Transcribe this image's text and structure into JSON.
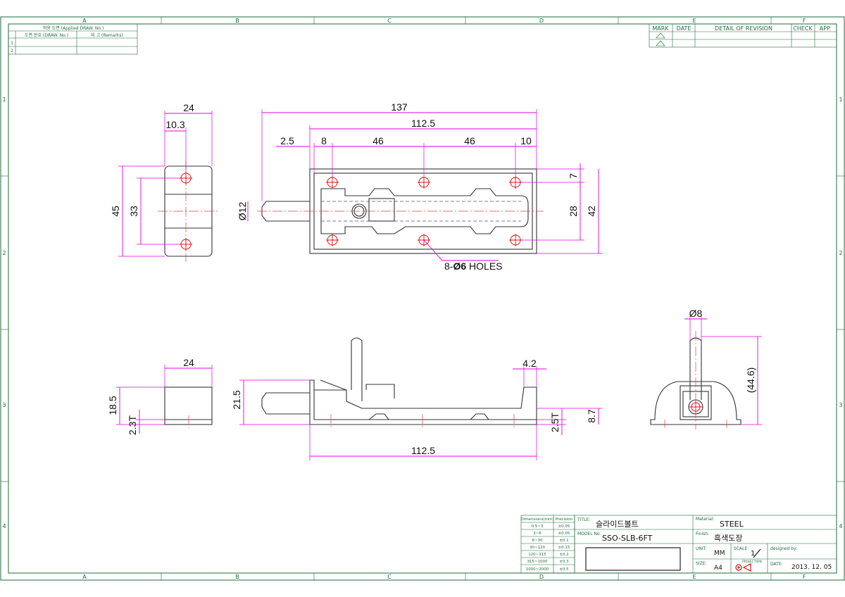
{
  "zones": {
    "columns": [
      "A",
      "B",
      "C",
      "D",
      "E",
      "F"
    ],
    "rows": [
      "1",
      "2",
      "3",
      "4"
    ]
  },
  "applied_table": {
    "title": "적용 도면 (Applied DRAW. No.)",
    "col1": "도면 번호 (DRAW. No.)",
    "col2": "비 고 (Remarks)",
    "rows": [
      "1",
      "2"
    ]
  },
  "revision_table": {
    "mark": "MARK",
    "date": "DATE",
    "detail": "DETAIL OF REVISION",
    "check": "CHECK",
    "app": "APP."
  },
  "dimensions": {
    "side_top_24": "24",
    "side_10_3": "10.3",
    "side_45": "45",
    "side_33": "33",
    "front_137": "137",
    "front_112_5": "112.5",
    "front_2_5": "2.5",
    "front_8": "8",
    "front_46a": "46",
    "front_46b": "46",
    "front_10": "10",
    "front_7": "7",
    "front_28": "28",
    "front_42": "42",
    "front_dia12": "Ø12",
    "holes_count": "8-",
    "holes_dia": "Ø6",
    "holes_label": "HOLES",
    "bottom_24": "24",
    "bottom_18_5": "18.5",
    "bottom_2_3t": "2.3T",
    "low_21_5": "21.5",
    "low_4_2": "4.2",
    "low_2_5t": "2.5T",
    "low_8_7": "8.7",
    "low_112_5": "112.5",
    "end_dia8": "Ø8",
    "end_44_6": "(44.6)"
  },
  "tolerance_table": {
    "h1": "Dimensions(mm)",
    "h2": "Precision",
    "rows": [
      [
        "0.5~3",
        "±0.05"
      ],
      [
        "3~6",
        "±0.05"
      ],
      [
        "6~30",
        "±0.1"
      ],
      [
        "30~120",
        "±0.15"
      ],
      [
        "120~315",
        "±0.2"
      ],
      [
        "315~1000",
        "±0.3"
      ],
      [
        "1000~2000",
        "±0.5"
      ]
    ]
  },
  "title_block": {
    "title_label": "TITLE:",
    "title_value": "슬라이드볼트",
    "model_label": "MODEL No.",
    "model_value": "SSO-SLB-6FT",
    "material_label": "Material:",
    "material_value": "STEEL",
    "finish_label": "Finish:",
    "finish_value": "흑색도장",
    "unit_label": "UNIT:",
    "unit_value": "MM",
    "scale_label": "SCALE:",
    "scale_value": "1",
    "size_label": "SIZE:",
    "size_value": "A4",
    "projection_label": "PROJECTION",
    "designed_label": "designed by:",
    "date_label": "DATE:",
    "date_value": "2013. 12. 05"
  },
  "colors": {
    "frame": "#1d6b3c",
    "dimension": "#e000e0",
    "centerline": "#e01010",
    "part": "#333333"
  }
}
